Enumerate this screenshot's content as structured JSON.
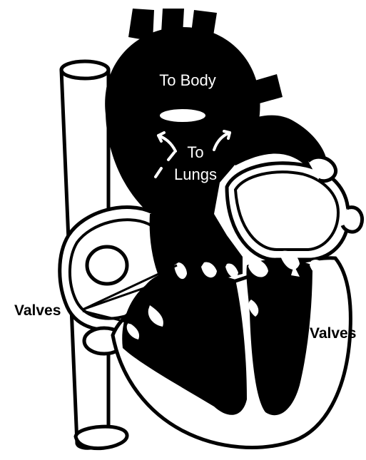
{
  "labels": {
    "to_body": "To Body",
    "to_lungs_line1": "To",
    "to_lungs_line2": "Lungs",
    "valves_left": "Valves",
    "valves_right": "Valves"
  },
  "colors": {
    "ink": "#000000",
    "paper": "#ffffff"
  }
}
